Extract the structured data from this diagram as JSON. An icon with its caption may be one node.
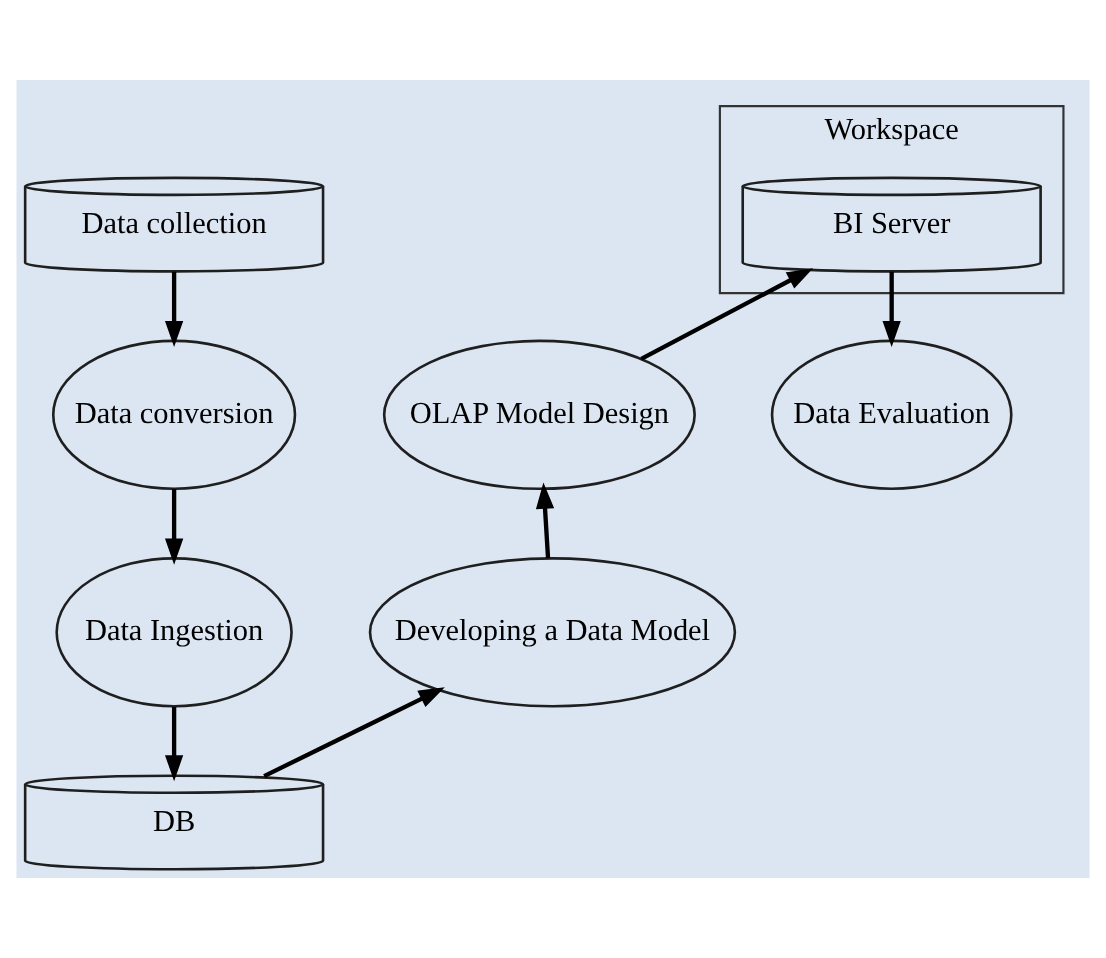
{
  "diagram": {
    "nodes": [
      {
        "text": [
          "Data collection"
        ]
      },
      {
        "text": [
          "Data conversion"
        ]
      },
      {
        "text": [
          "Data Ingestion"
        ]
      },
      {
        "text": [
          "DB"
        ]
      },
      {
        "text": [
          "Developing a Data Model"
        ]
      },
      {
        "text": [
          "OLAP Model Design"
        ]
      },
      {
        "text": [
          "Workspace"
        ]
      },
      {
        "text": [
          "BI Server"
        ],
        "in": 6
      },
      {
        "text": [
          "Data Evaluation"
        ]
      }
    ],
    "edges": [
      {
        "from": 0,
        "to": 1,
        "arrow": "to"
      },
      {
        "from": 1,
        "to": 2,
        "arrow": "to"
      },
      {
        "from": 2,
        "to": 3,
        "arrow": "to"
      },
      {
        "from": 3,
        "to": 4,
        "arrow": "to"
      },
      {
        "from": 4,
        "to": 5,
        "arrow": "to"
      },
      {
        "from": 5,
        "to": 7,
        "arrow": "to"
      },
      {
        "from": 7,
        "to": 8,
        "arrow": "to"
      }
    ]
  }
}
